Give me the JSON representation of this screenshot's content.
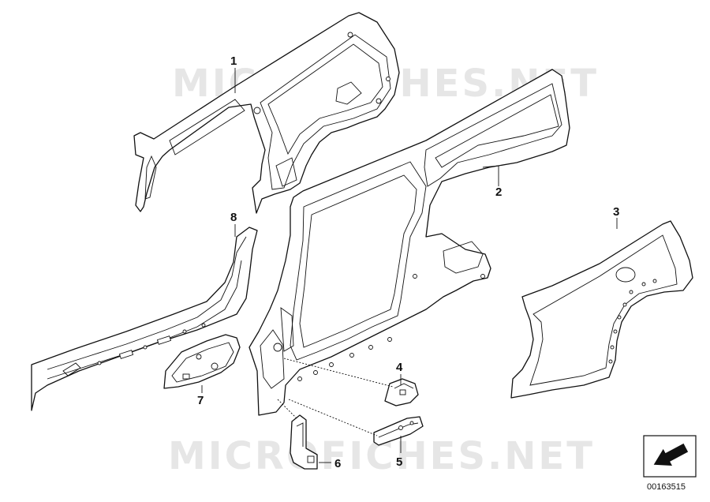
{
  "watermark": {
    "text": "MICROFICHES.NET"
  },
  "parts": [
    {
      "number": "1"
    },
    {
      "number": "2"
    },
    {
      "number": "3"
    },
    {
      "number": "4"
    },
    {
      "number": "5"
    },
    {
      "number": "6"
    },
    {
      "number": "7"
    },
    {
      "number": "8"
    }
  ],
  "diagram_code": "00163515",
  "icons": {
    "orientation": "orientation-arrow-icon"
  },
  "colors": {
    "line": "#111111",
    "watermark": "#e6e6e6",
    "background": "#ffffff"
  }
}
